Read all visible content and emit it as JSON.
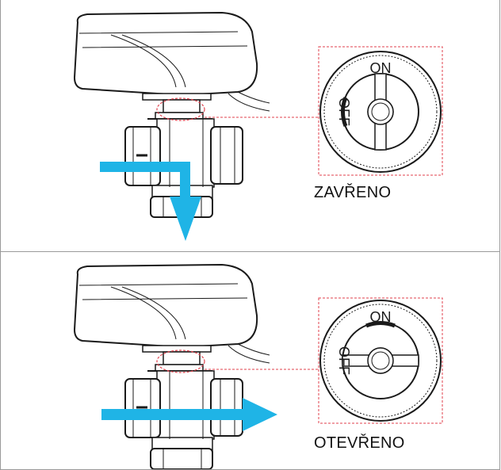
{
  "diagram": {
    "panels": [
      {
        "state_label": "ZAVŘENO",
        "knob": {
          "on_label": "ON",
          "off_label": "OFF",
          "position": "OFF"
        },
        "flow_arrow": "down"
      },
      {
        "state_label": "OTEVŘENO",
        "knob": {
          "on_label": "ON",
          "off_label": "OFF",
          "position": "ON"
        },
        "flow_arrow": "straight-through"
      }
    ],
    "colors": {
      "arrow": "#1fb4e6",
      "leader": "#e0404c",
      "outline": "#1a1a1a"
    }
  }
}
